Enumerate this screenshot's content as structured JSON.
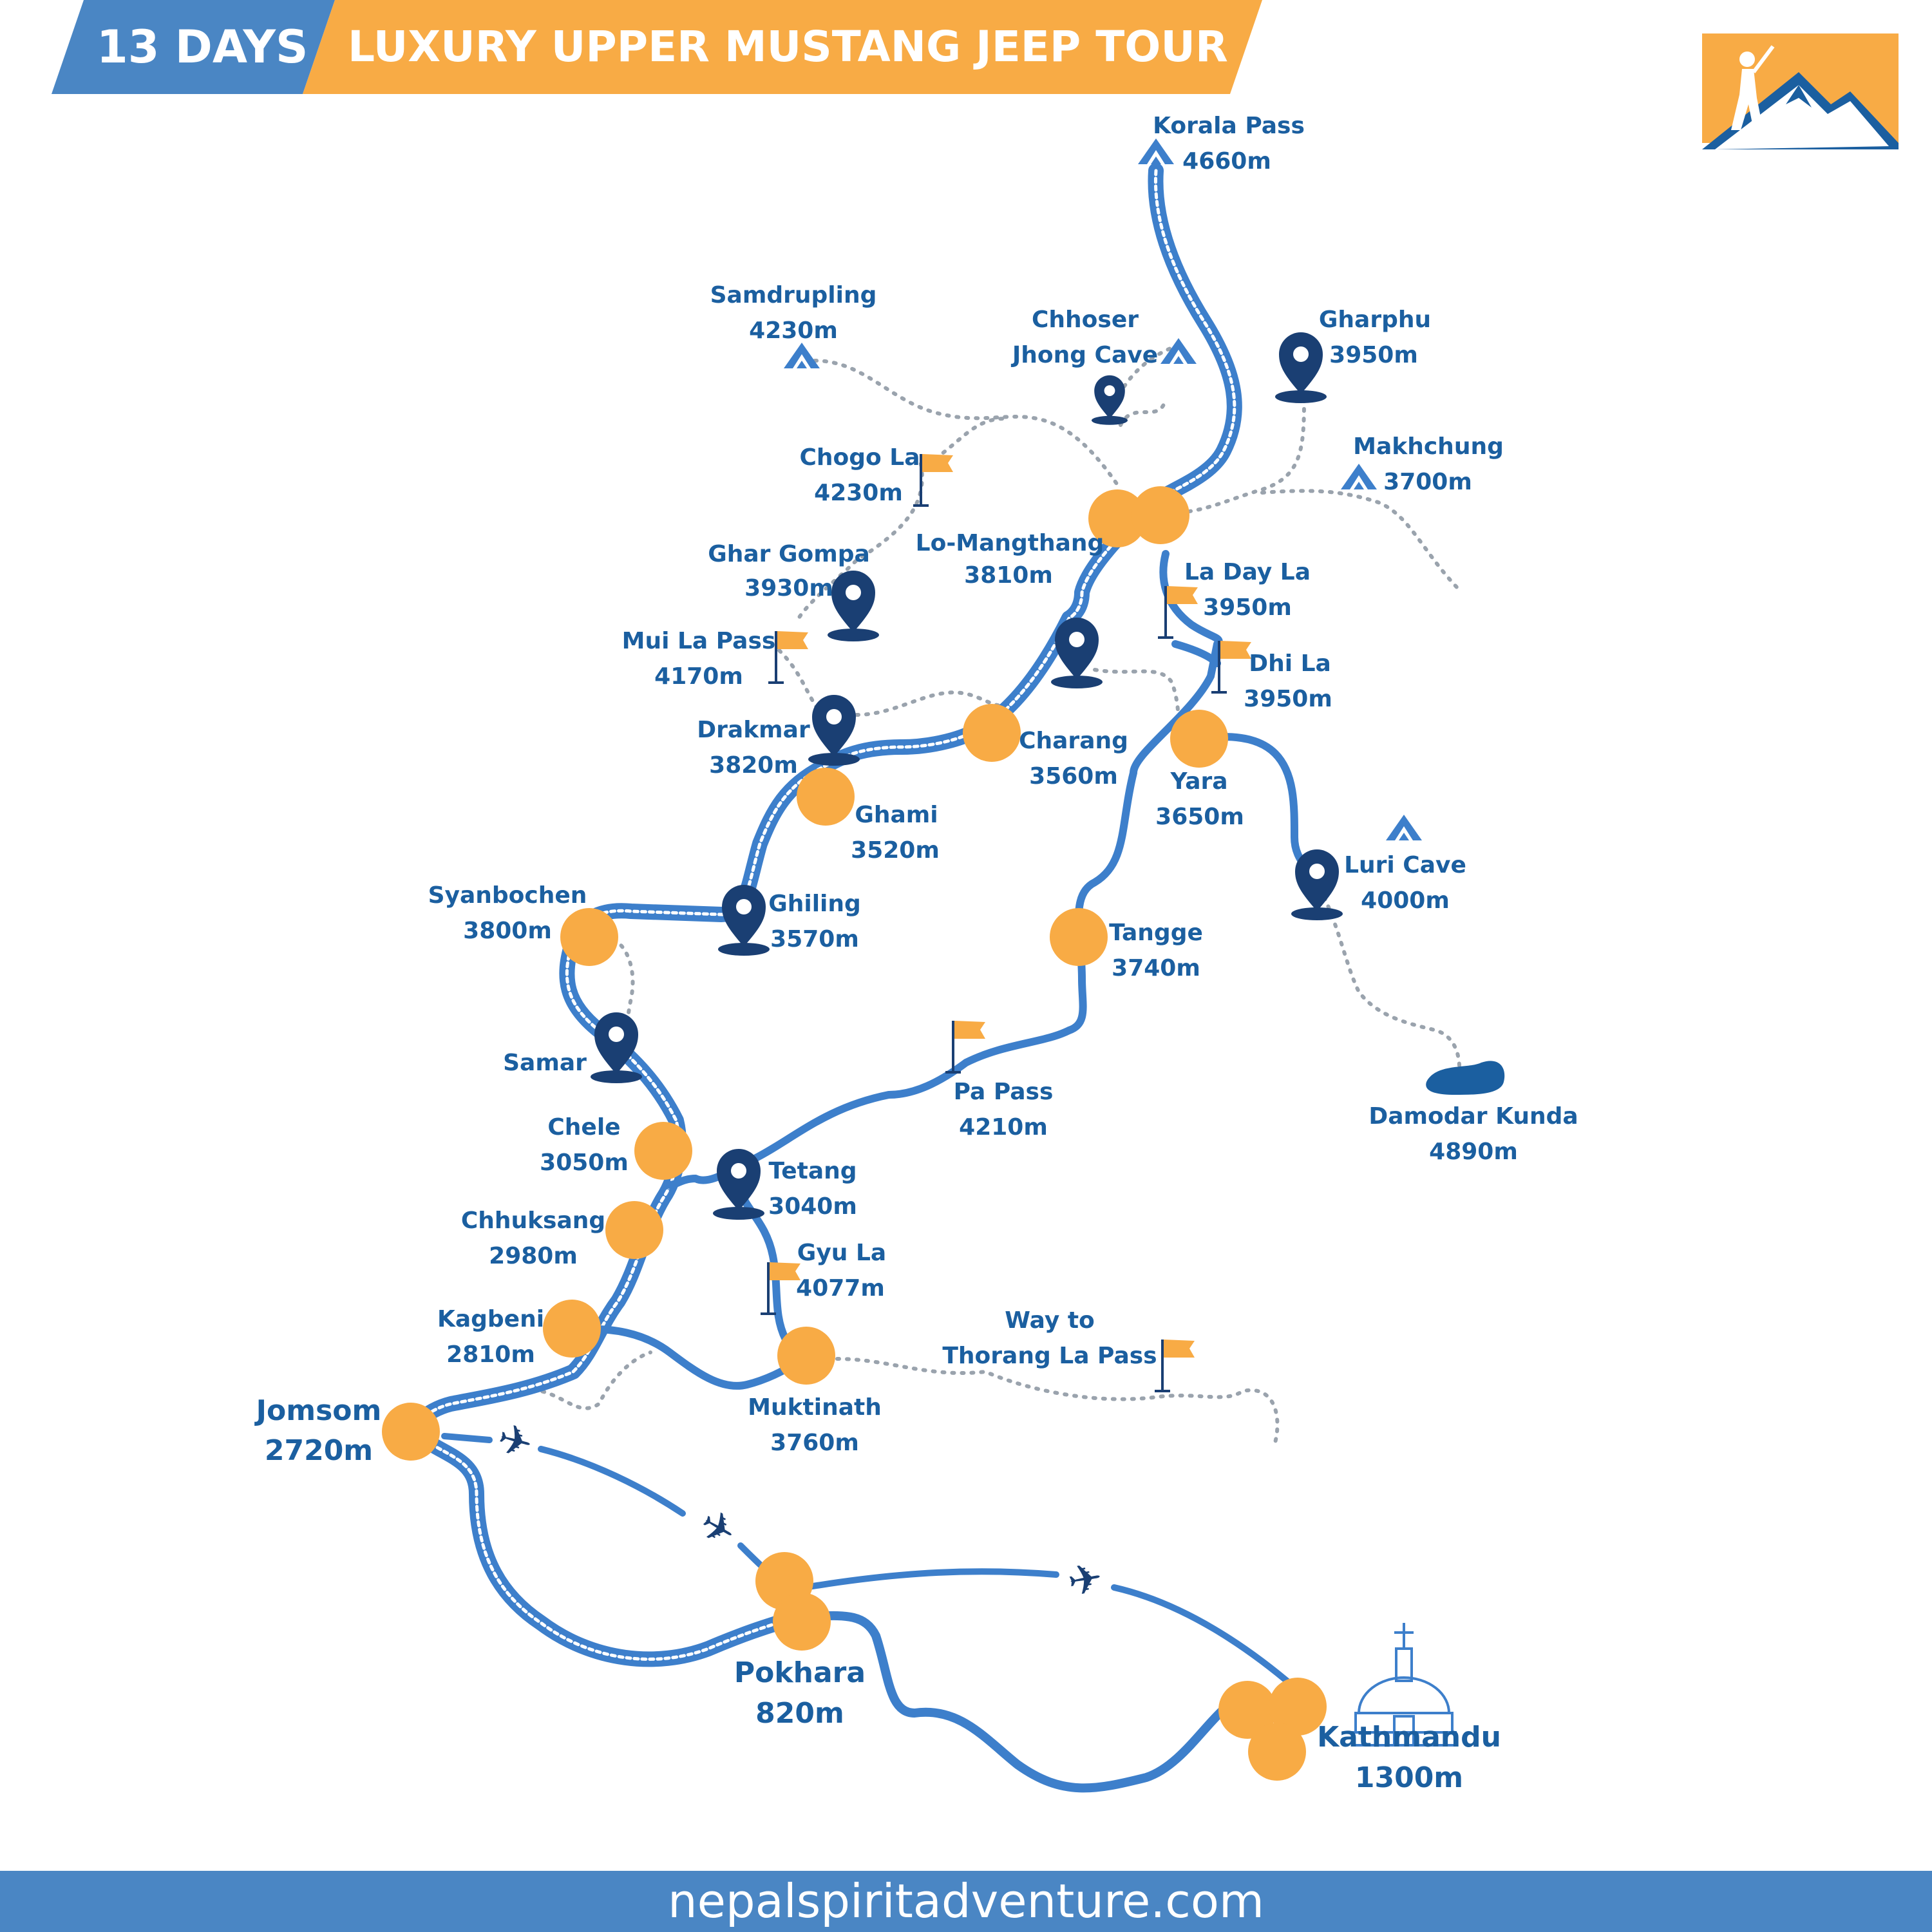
{
  "header": {
    "days": "13 DAYS",
    "title": "LUXURY UPPER MUSTANG JEEP TOUR"
  },
  "footer": {
    "website": "nepalspiritadventure.com"
  },
  "colors": {
    "route_blue": "#3d7fcb",
    "stop_orange": "#f8ab45",
    "label_blue": "#1b5fa0",
    "marker_navy": "#1a3f73",
    "trail_gray": "#9aa3ad",
    "banner_blue": "#4a86c4"
  },
  "places": {
    "korala_pass": {
      "name": "Korala Pass",
      "alt": "4660m"
    },
    "samdrupling": {
      "name": "Samdrupling",
      "alt": "4230m"
    },
    "chhoser": {
      "name": "Chhoser",
      "name2": "Jhong Cave"
    },
    "gharphu": {
      "name": "Gharphu",
      "alt": "3950m"
    },
    "makhchung": {
      "name": "Makhchung",
      "alt": "3700m"
    },
    "chogo_la": {
      "name": "Chogo La",
      "alt": "4230m"
    },
    "lo_mangthang": {
      "name": "Lo-Mangthang",
      "alt": "3810m"
    },
    "ghar_gompa": {
      "name": "Ghar Gompa",
      "alt": "3930m"
    },
    "la_day_la": {
      "name": "La Day La",
      "alt": "3950m"
    },
    "mui_la_pass": {
      "name": "Mui La Pass",
      "alt": "4170m"
    },
    "dhi_la": {
      "name": "Dhi La",
      "alt": "3950m"
    },
    "drakmar": {
      "name": "Drakmar",
      "alt": "3820m"
    },
    "charang": {
      "name": "Charang",
      "alt": "3560m"
    },
    "yara": {
      "name": "Yara",
      "alt": "3650m"
    },
    "ghami": {
      "name": "Ghami",
      "alt": "3520m"
    },
    "luri_cave": {
      "name": "Luri Cave",
      "alt": "4000m"
    },
    "syanbochen": {
      "name": "Syanbochen",
      "alt": "3800m"
    },
    "ghiling": {
      "name": "Ghiling",
      "alt": "3570m"
    },
    "tangge": {
      "name": "Tangge",
      "alt": "3740m"
    },
    "samar": {
      "name": "Samar"
    },
    "pa_pass": {
      "name": "Pa Pass",
      "alt": "4210m"
    },
    "damodar_kunda": {
      "name": "Damodar Kunda",
      "alt": "4890m"
    },
    "chele": {
      "name": "Chele",
      "alt": "3050m"
    },
    "tetang": {
      "name": "Tetang",
      "alt": "3040m"
    },
    "chhuksang": {
      "name": "Chhuksang",
      "alt": "2980m"
    },
    "gyu_la": {
      "name": "Gyu La",
      "alt": "4077m"
    },
    "kagbeni": {
      "name": "Kagbeni",
      "alt": "2810m"
    },
    "thorang": {
      "name": "Way to",
      "name2": "Thorang La Pass"
    },
    "jomsom": {
      "name": "Jomsom",
      "alt": "2720m"
    },
    "muktinath": {
      "name": "Muktinath",
      "alt": "3760m"
    },
    "pokhara": {
      "name": "Pokhara",
      "alt": "820m"
    },
    "kathmandu": {
      "name": "Kathmandu",
      "alt": "1300m"
    }
  }
}
